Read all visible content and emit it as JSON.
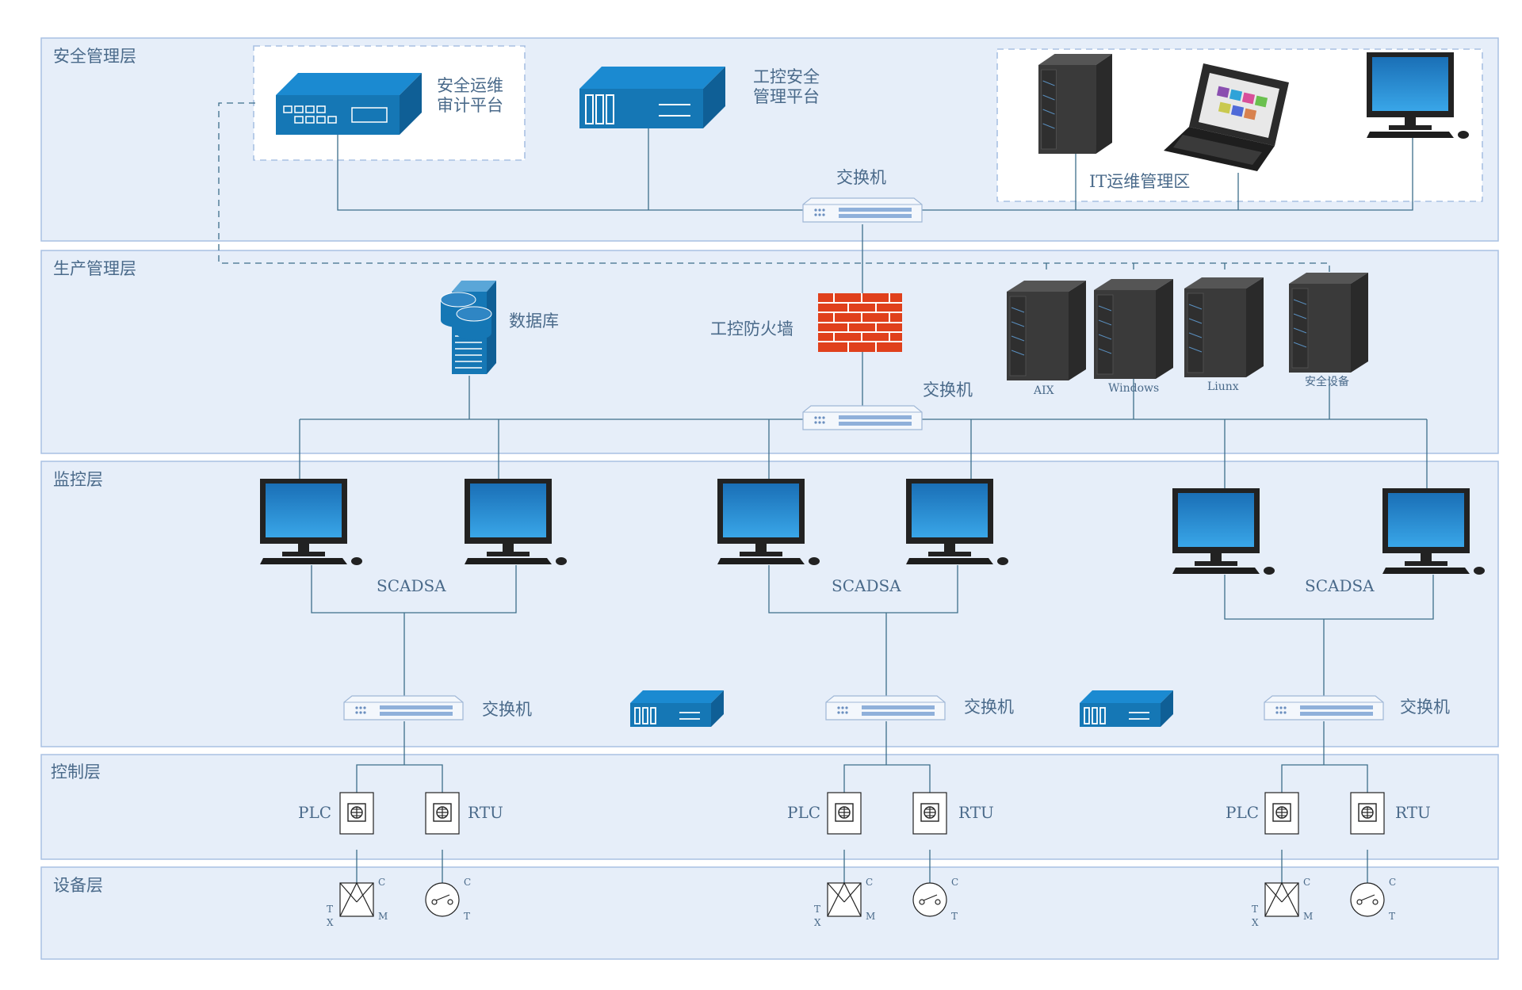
{
  "layers": [
    {
      "name": "安全管理层"
    },
    {
      "name": "生产管理层"
    },
    {
      "name": "监控层"
    },
    {
      "name": "控制层"
    },
    {
      "name": "设备层"
    }
  ],
  "security_layer": {
    "audit_platform": {
      "line1": "安全运维",
      "line2": "审计平台"
    },
    "ics_security_platform": {
      "line1": "工控安全",
      "line2": "管理平台"
    },
    "it_zone": "IT运维管理区",
    "switch": "交换机"
  },
  "production_layer": {
    "database": "数据库",
    "firewall": "工控防火墙",
    "switch": "交换机",
    "servers": [
      "AIX",
      "Windows",
      "Liunx",
      "安全设备"
    ]
  },
  "monitor_layer": {
    "groups": [
      {
        "scada": "SCADSA",
        "switch": "交换机"
      },
      {
        "scada": "SCADSA",
        "switch": "交换机"
      },
      {
        "scada": "SCADSA",
        "switch": "交换机"
      }
    ]
  },
  "control_layer": {
    "plc": "PLC",
    "rtu": "RTU"
  },
  "device_layer": {
    "left_c": "C",
    "left_t": "T",
    "left_x": "X",
    "left_m": "M",
    "right_c": "C",
    "right_t": "T"
  },
  "colors": {
    "layer_bg": "#e6eef9",
    "device_blue": "#1577b5",
    "screen_blue": "#1e88d0",
    "firewall": "#e0401c",
    "server": "#333333",
    "line": "#3d6e8a"
  }
}
